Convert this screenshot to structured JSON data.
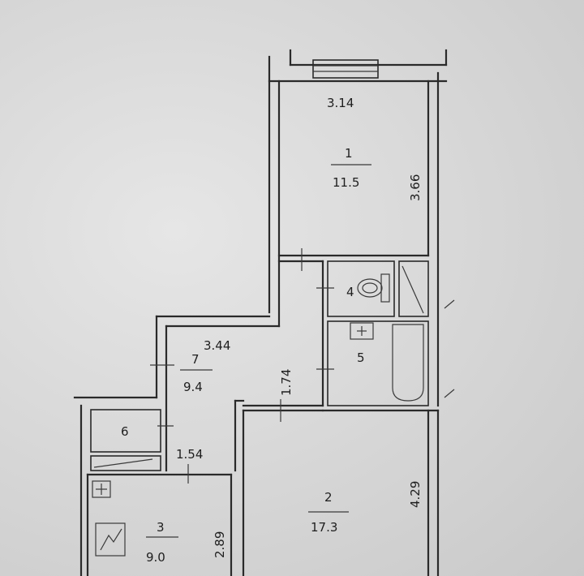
{
  "rooms": [
    {
      "id": "1",
      "area": "11.5",
      "dims": [
        "3.14",
        "3.66"
      ]
    },
    {
      "id": "2",
      "area": "17.3",
      "dims": [
        "4.29"
      ]
    },
    {
      "id": "3",
      "area": "9.0",
      "dims": [
        "2.89"
      ]
    },
    {
      "id": "4"
    },
    {
      "id": "5"
    },
    {
      "id": "6"
    },
    {
      "id": "7",
      "area": "9.4",
      "dims": [
        "3.44",
        "1.74",
        "1.54"
      ]
    }
  ]
}
